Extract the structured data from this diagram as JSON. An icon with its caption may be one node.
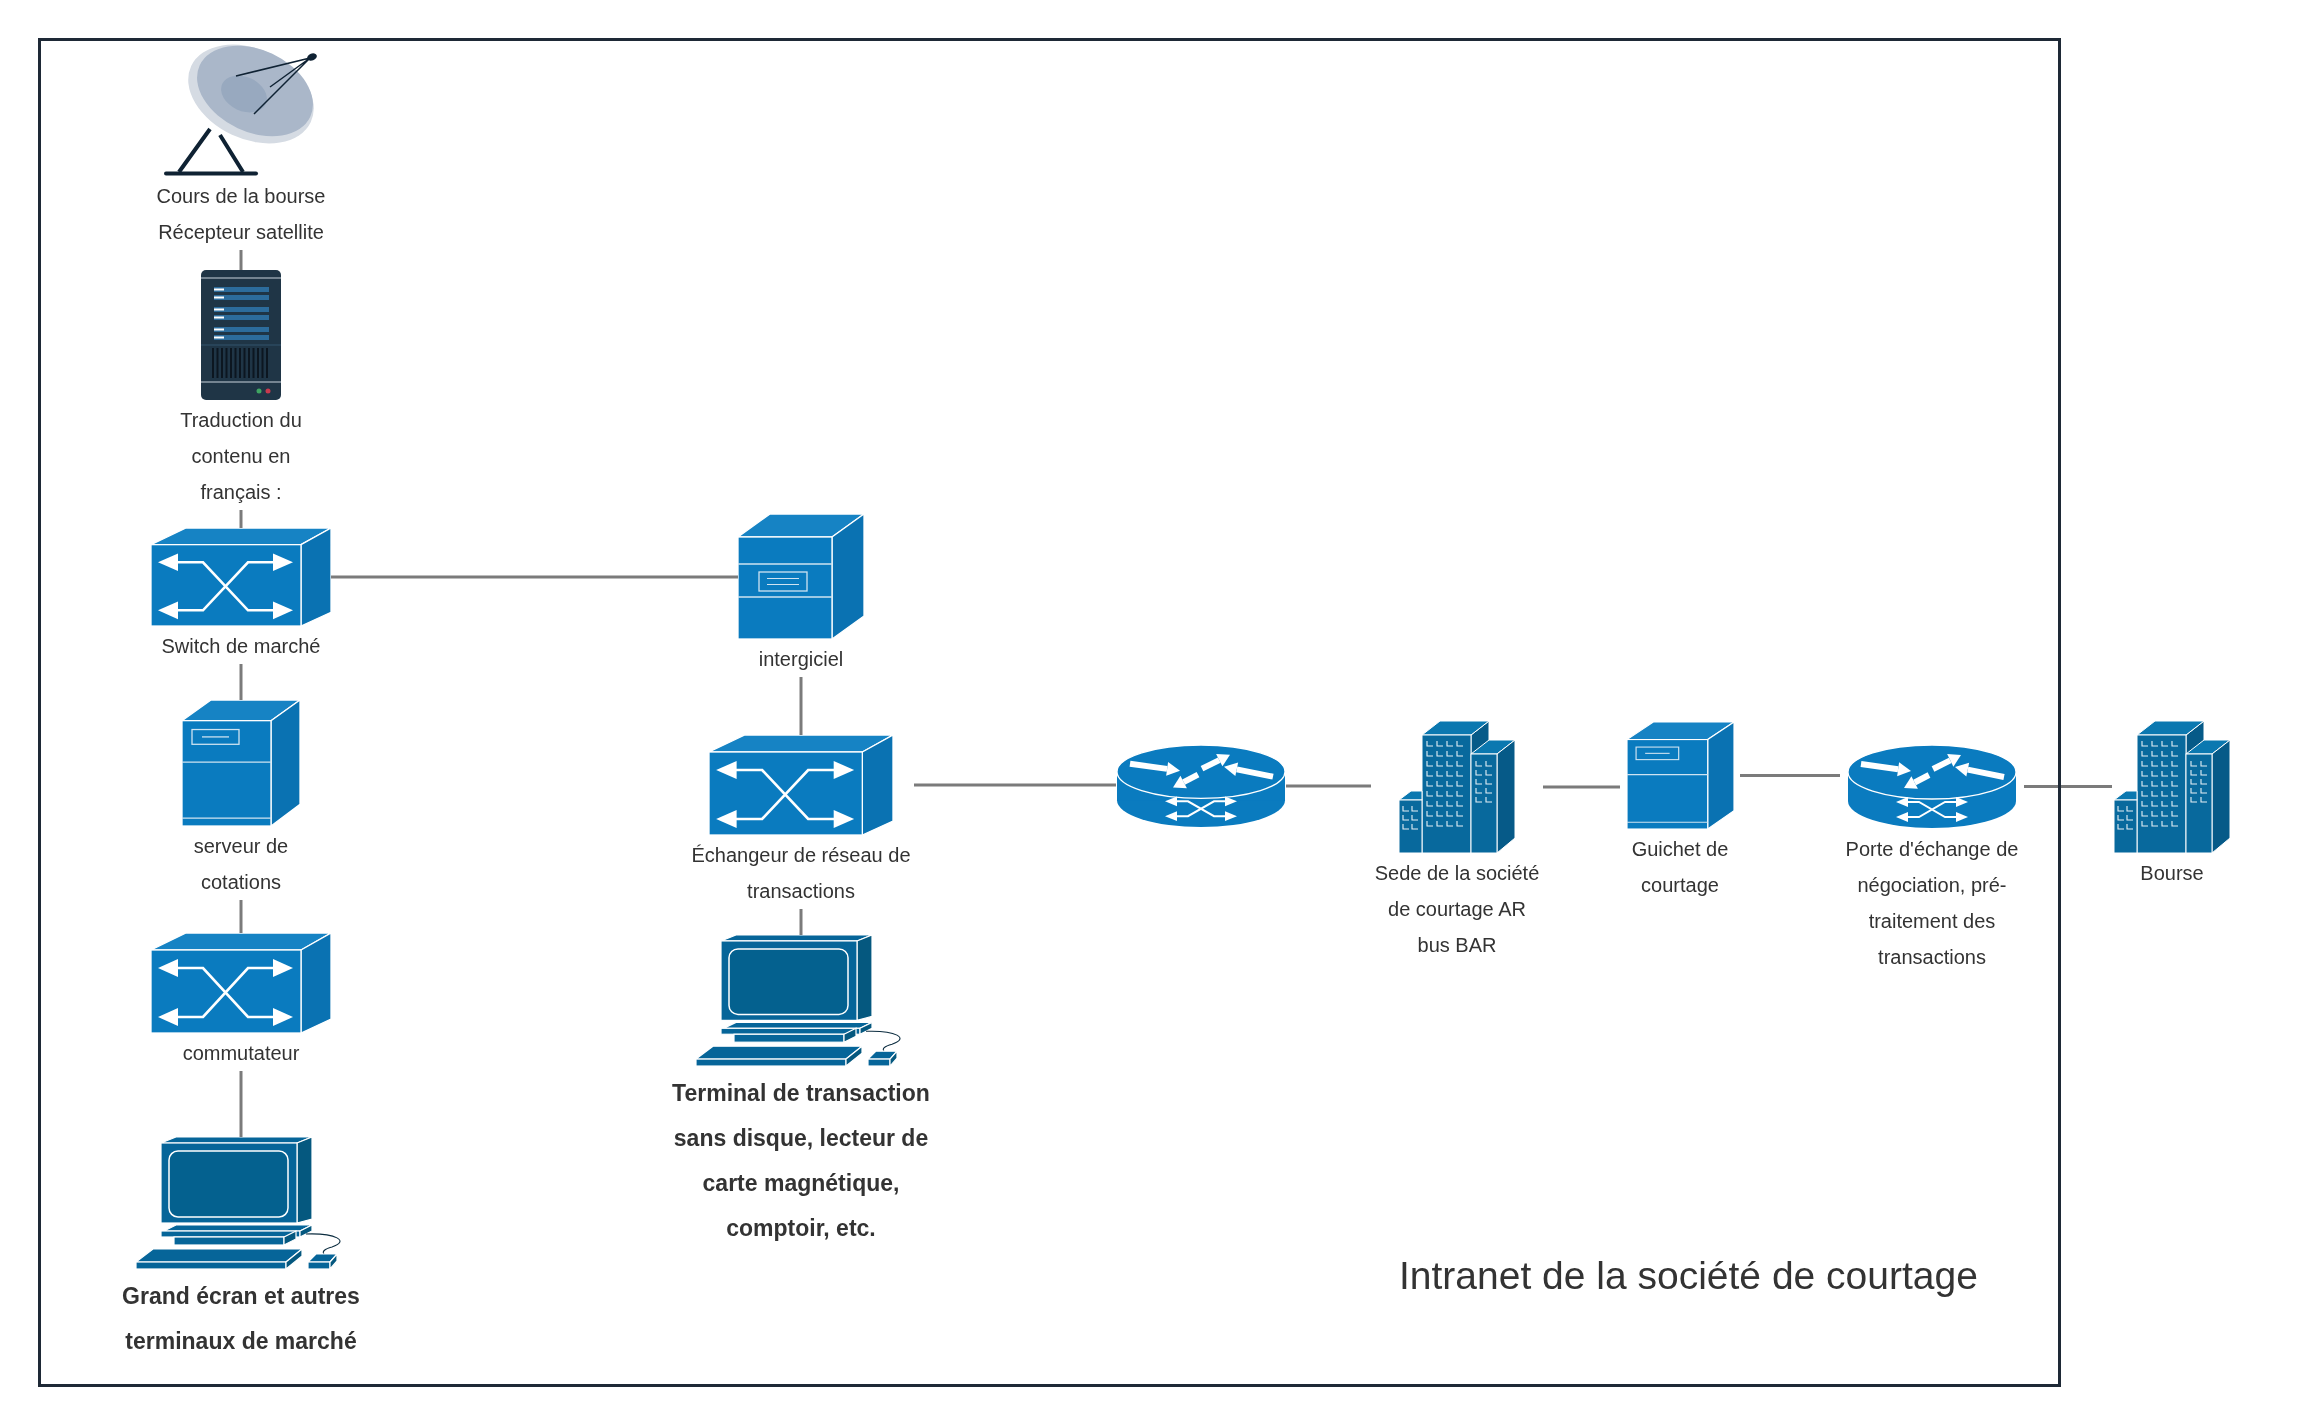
{
  "diagram": {
    "nodes": [
      {
        "text": [
          "Intranet de la société de courtage"
        ]
      },
      {
        "text": [
          "Cours de la bourse Récepteur satellite"
        ],
        "in": 0
      },
      {
        "text": [
          "Traduction du contenu en français :"
        ],
        "in": 0
      },
      {
        "text": [
          "Switch de marché"
        ],
        "in": 0
      },
      {
        "text": [
          "serveur de cotations"
        ],
        "in": 0
      },
      {
        "text": [
          "commutateur"
        ],
        "in": 0
      },
      {
        "text": [
          "Grand écran et autres terminaux de marché"
        ],
        "in": 0
      },
      {
        "text": [
          "intergiciel"
        ],
        "in": 0
      },
      {
        "text": [
          "Échangeur de réseau de transactions"
        ],
        "in": 0
      },
      {
        "text": [
          "Terminal de transaction sans disque, lecteur de carte magnétique, comptoir, etc."
        ],
        "in": 0
      },
      {
        "text": [],
        "shape": "picture",
        "in": 0
      },
      {
        "text": [
          "Sede de la société de courtage AR bus BAR"
        ],
        "in": 0
      },
      {
        "text": [
          "Guichet de courtage"
        ],
        "in": 0
      },
      {
        "text": [
          "Porte d'échange de négociation, pré-traitement des transactions"
        ],
        "in": 0
      },
      {
        "text": [
          "Bourse"
        ]
      }
    ],
    "edges": [
      {
        "from": 1,
        "to": 2,
        "arrow": "none"
      },
      {
        "from": 2,
        "to": 3,
        "arrow": "none"
      },
      {
        "from": 3,
        "to": 7,
        "arrow": "none"
      },
      {
        "from": 3,
        "to": 4,
        "arrow": "none"
      },
      {
        "from": 4,
        "to": 5,
        "arrow": "none"
      },
      {
        "from": 5,
        "to": 6,
        "arrow": "none"
      },
      {
        "from": 7,
        "to": 8,
        "arrow": "none"
      },
      {
        "from": 8,
        "to": 9,
        "arrow": "none"
      },
      {
        "from": 8,
        "to": 10,
        "arrow": "none"
      },
      {
        "from": 10,
        "to": 11,
        "arrow": "none"
      },
      {
        "from": 11,
        "to": 12,
        "arrow": "none"
      },
      {
        "from": 12,
        "to": 13,
        "arrow": "none"
      },
      {
        "from": 13,
        "to": 14,
        "arrow": "none"
      }
    ]
  }
}
